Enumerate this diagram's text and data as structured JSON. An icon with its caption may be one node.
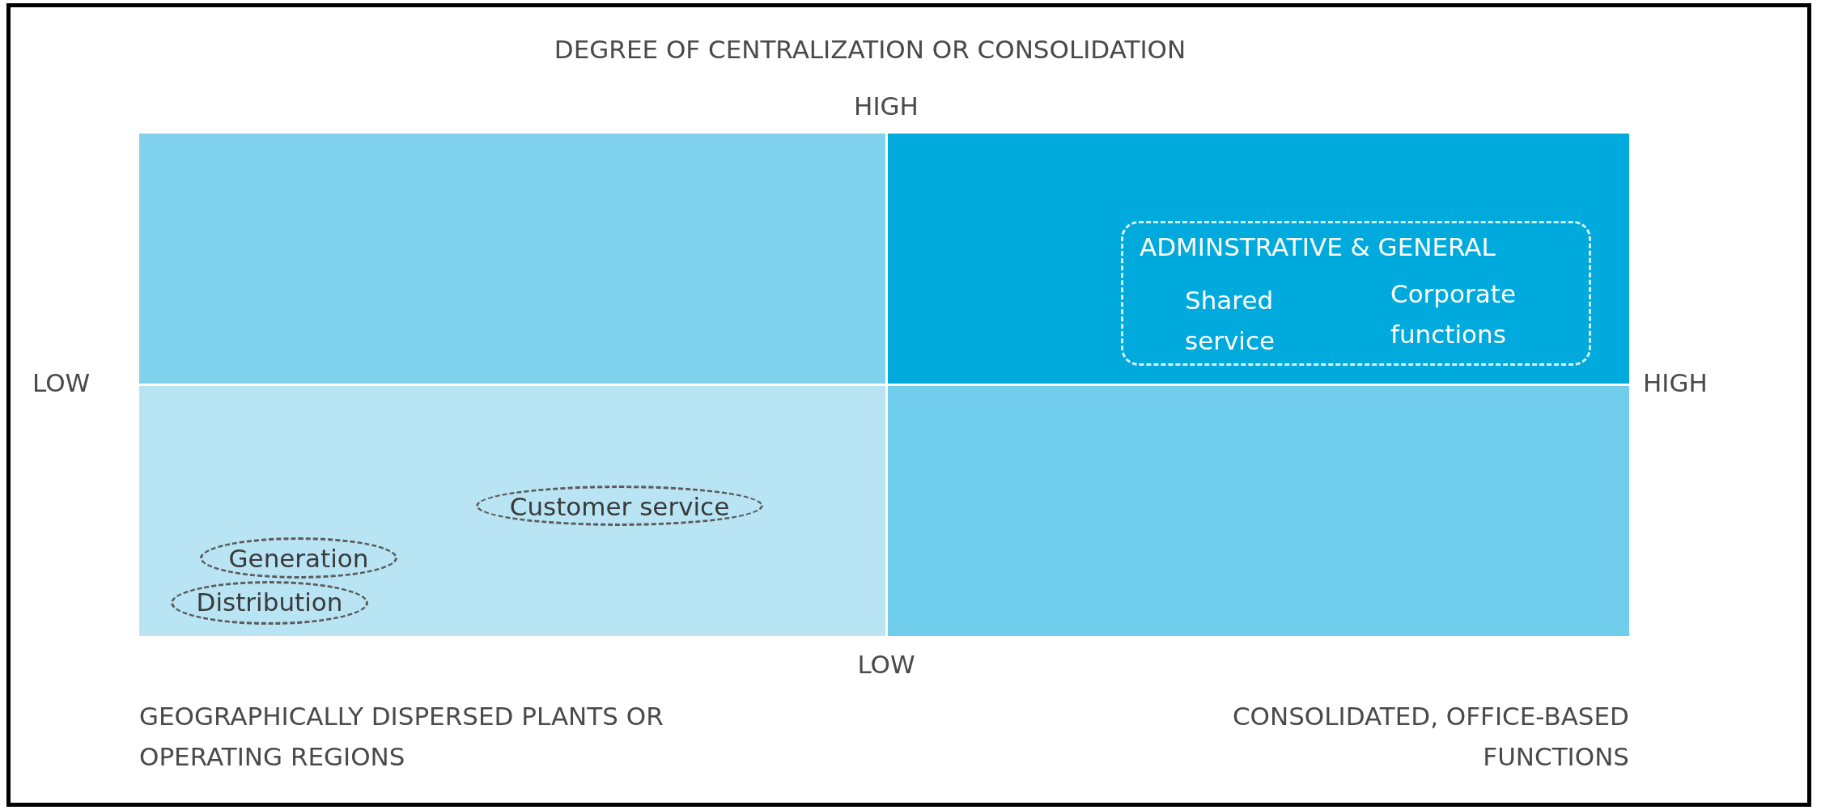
{
  "diagram": {
    "nodes": [
      {
        "text": [],
        "shape": "box"
      },
      {
        "text": [],
        "shape": "box"
      },
      {
        "text": [],
        "shape": "box"
      },
      {
        "text": [],
        "shape": "box"
      },
      {
        "text": [
          "ADMINSTRATIVE & GENERAL",
          "Shared service",
          "Corporate functions"
        ],
        "in": 1
      },
      {
        "text": [
          "Customer service"
        ],
        "in": 2
      },
      {
        "text": [
          "Generation"
        ],
        "in": 2
      },
      {
        "text": [
          "Distribution"
        ],
        "in": 2
      }
    ],
    "edges": [],
    "labels": [
      "DEGREE OF CENTRALIZATION OR CONSOLIDATION",
      "HIGH",
      "LOW",
      "HIGH",
      "LOW",
      "GEOGRAPHICALLY DISPERSED PLANTS OR OPERATING REGIONS",
      "CONSOLIDATED, OFFICE-BASED FUNCTIONS"
    ]
  }
}
